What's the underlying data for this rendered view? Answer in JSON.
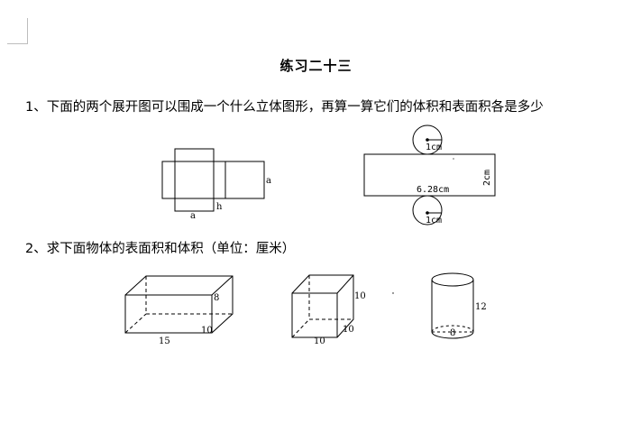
{
  "title": "练习二十三",
  "q1": {
    "text": "1、下面的两个展开图可以围成一个什么立体图形，再算一算它们的体积和表面积各是多少"
  },
  "q2": {
    "text": "2、求下面物体的表面积和体积（单位：厘米）"
  },
  "fig_net": {
    "label_a_right": "a",
    "label_a_bottom": "a",
    "label_h": "h"
  },
  "fig_cyl_net": {
    "radius_top": "1cm",
    "radius_bottom": "1cm",
    "length": "6.28cm",
    "height": "2cm"
  },
  "fig_cuboid": {
    "height": "8",
    "depth": "10",
    "length": "15"
  },
  "fig_cube": {
    "height": "10",
    "depth": "10",
    "length": "10"
  },
  "fig_cylinder": {
    "height": "12",
    "diameter": "8"
  }
}
